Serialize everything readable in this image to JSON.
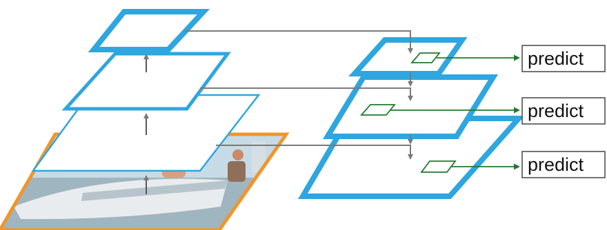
{
  "colors": {
    "pyramid_blue": "#2ea6e0",
    "image_border": "#f0962a",
    "lateral_arrow": "#7a7a7a",
    "predict_arrow": "#1f7a2e",
    "anchor_box": "#1f7a2e",
    "predict_box_border": "#444444",
    "photo_sky": "#c7dbe6",
    "photo_water": "#9fb5bf",
    "photo_boat": "#e9ecee"
  },
  "icons": {
    "image": "sailboat-photo-icon"
  },
  "predict_boxes": [
    {
      "label": "predict"
    },
    {
      "label": "predict"
    },
    {
      "label": "predict"
    }
  ]
}
